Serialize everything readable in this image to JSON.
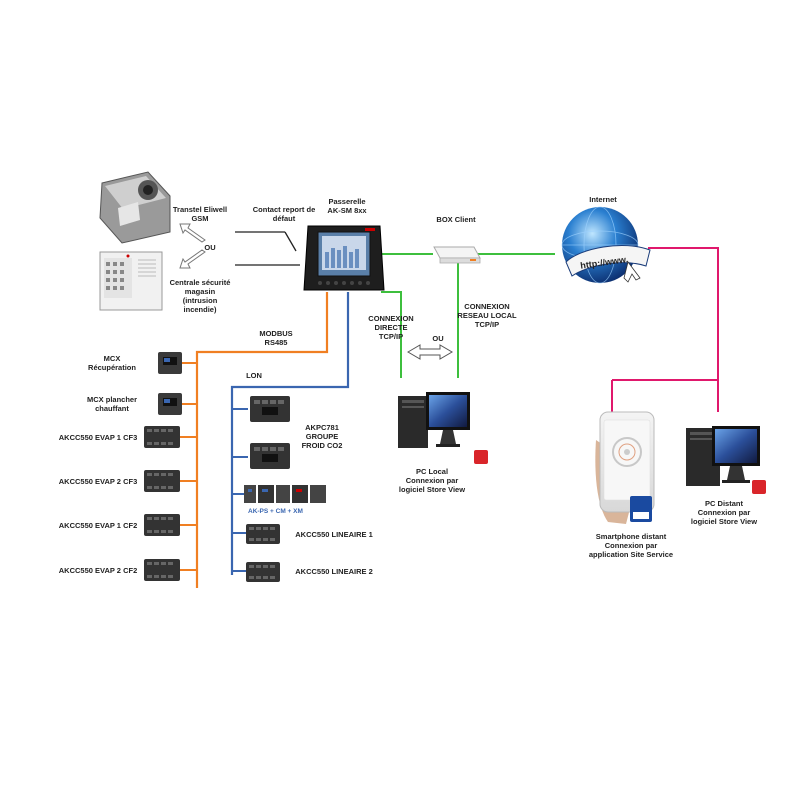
{
  "colors": {
    "modbus": "#f07f22",
    "lon": "#3a66b0",
    "green": "#3dbf3d",
    "internet": "#e0186c",
    "device": "#2b2b2b",
    "module": "#444444"
  },
  "labels": {
    "transtel": [
      "Transtel Eliwell",
      "GSM"
    ],
    "ou_top": "OU",
    "centrale": [
      "Centrale sécurité",
      "magasin",
      "(intrusion",
      "incendie)"
    ],
    "contact": [
      "Contact report de",
      "défaut"
    ],
    "passerelle": [
      "Passerelle",
      "AK-SM 8xx"
    ],
    "box": "BOX Client",
    "internet": "Internet",
    "http": "http://www.",
    "modbus": [
      "MODBUS",
      "RS485"
    ],
    "lon": "LON",
    "connexion_directe": [
      "CONNEXION",
      "DIRECTE",
      "TCP/IP"
    ],
    "connexion_reseau": [
      "CONNEXION",
      "RESEAU LOCAL",
      "TCP/IP"
    ],
    "ou_mid": "OU",
    "pc_local": [
      "PC Local",
      "Connexion par",
      "logiciel Store View"
    ],
    "pc_distant": [
      "PC Distant",
      "Connexion par",
      "logiciel Store View"
    ],
    "smartphone": [
      "Smartphone distant",
      "Connexion par",
      "application Site Service"
    ],
    "akpc": [
      "AKPC781",
      "GROUPE",
      "FROID CO2"
    ],
    "akps": "AK-PS + CM + XM",
    "lineaire1": "AKCC550 LINEAIRE 1",
    "lineaire2": "AKCC550 LINEAIRE 2"
  },
  "modbus_devices": [
    {
      "label": [
        "MCX",
        "Récupération"
      ],
      "kind": "mcx"
    },
    {
      "label": [
        "MCX plancher",
        "chauffant"
      ],
      "kind": "mcx"
    },
    {
      "label": [
        "AKCC550 EVAP 1 CF3"
      ],
      "kind": "akcc"
    },
    {
      "label": [
        "AKCC550 EVAP 2 CF3"
      ],
      "kind": "akcc"
    },
    {
      "label": [
        "AKCC550 EVAP 1 CF2"
      ],
      "kind": "akcc"
    },
    {
      "label": [
        "AKCC550 EVAP 2 CF2"
      ],
      "kind": "akcc"
    }
  ]
}
